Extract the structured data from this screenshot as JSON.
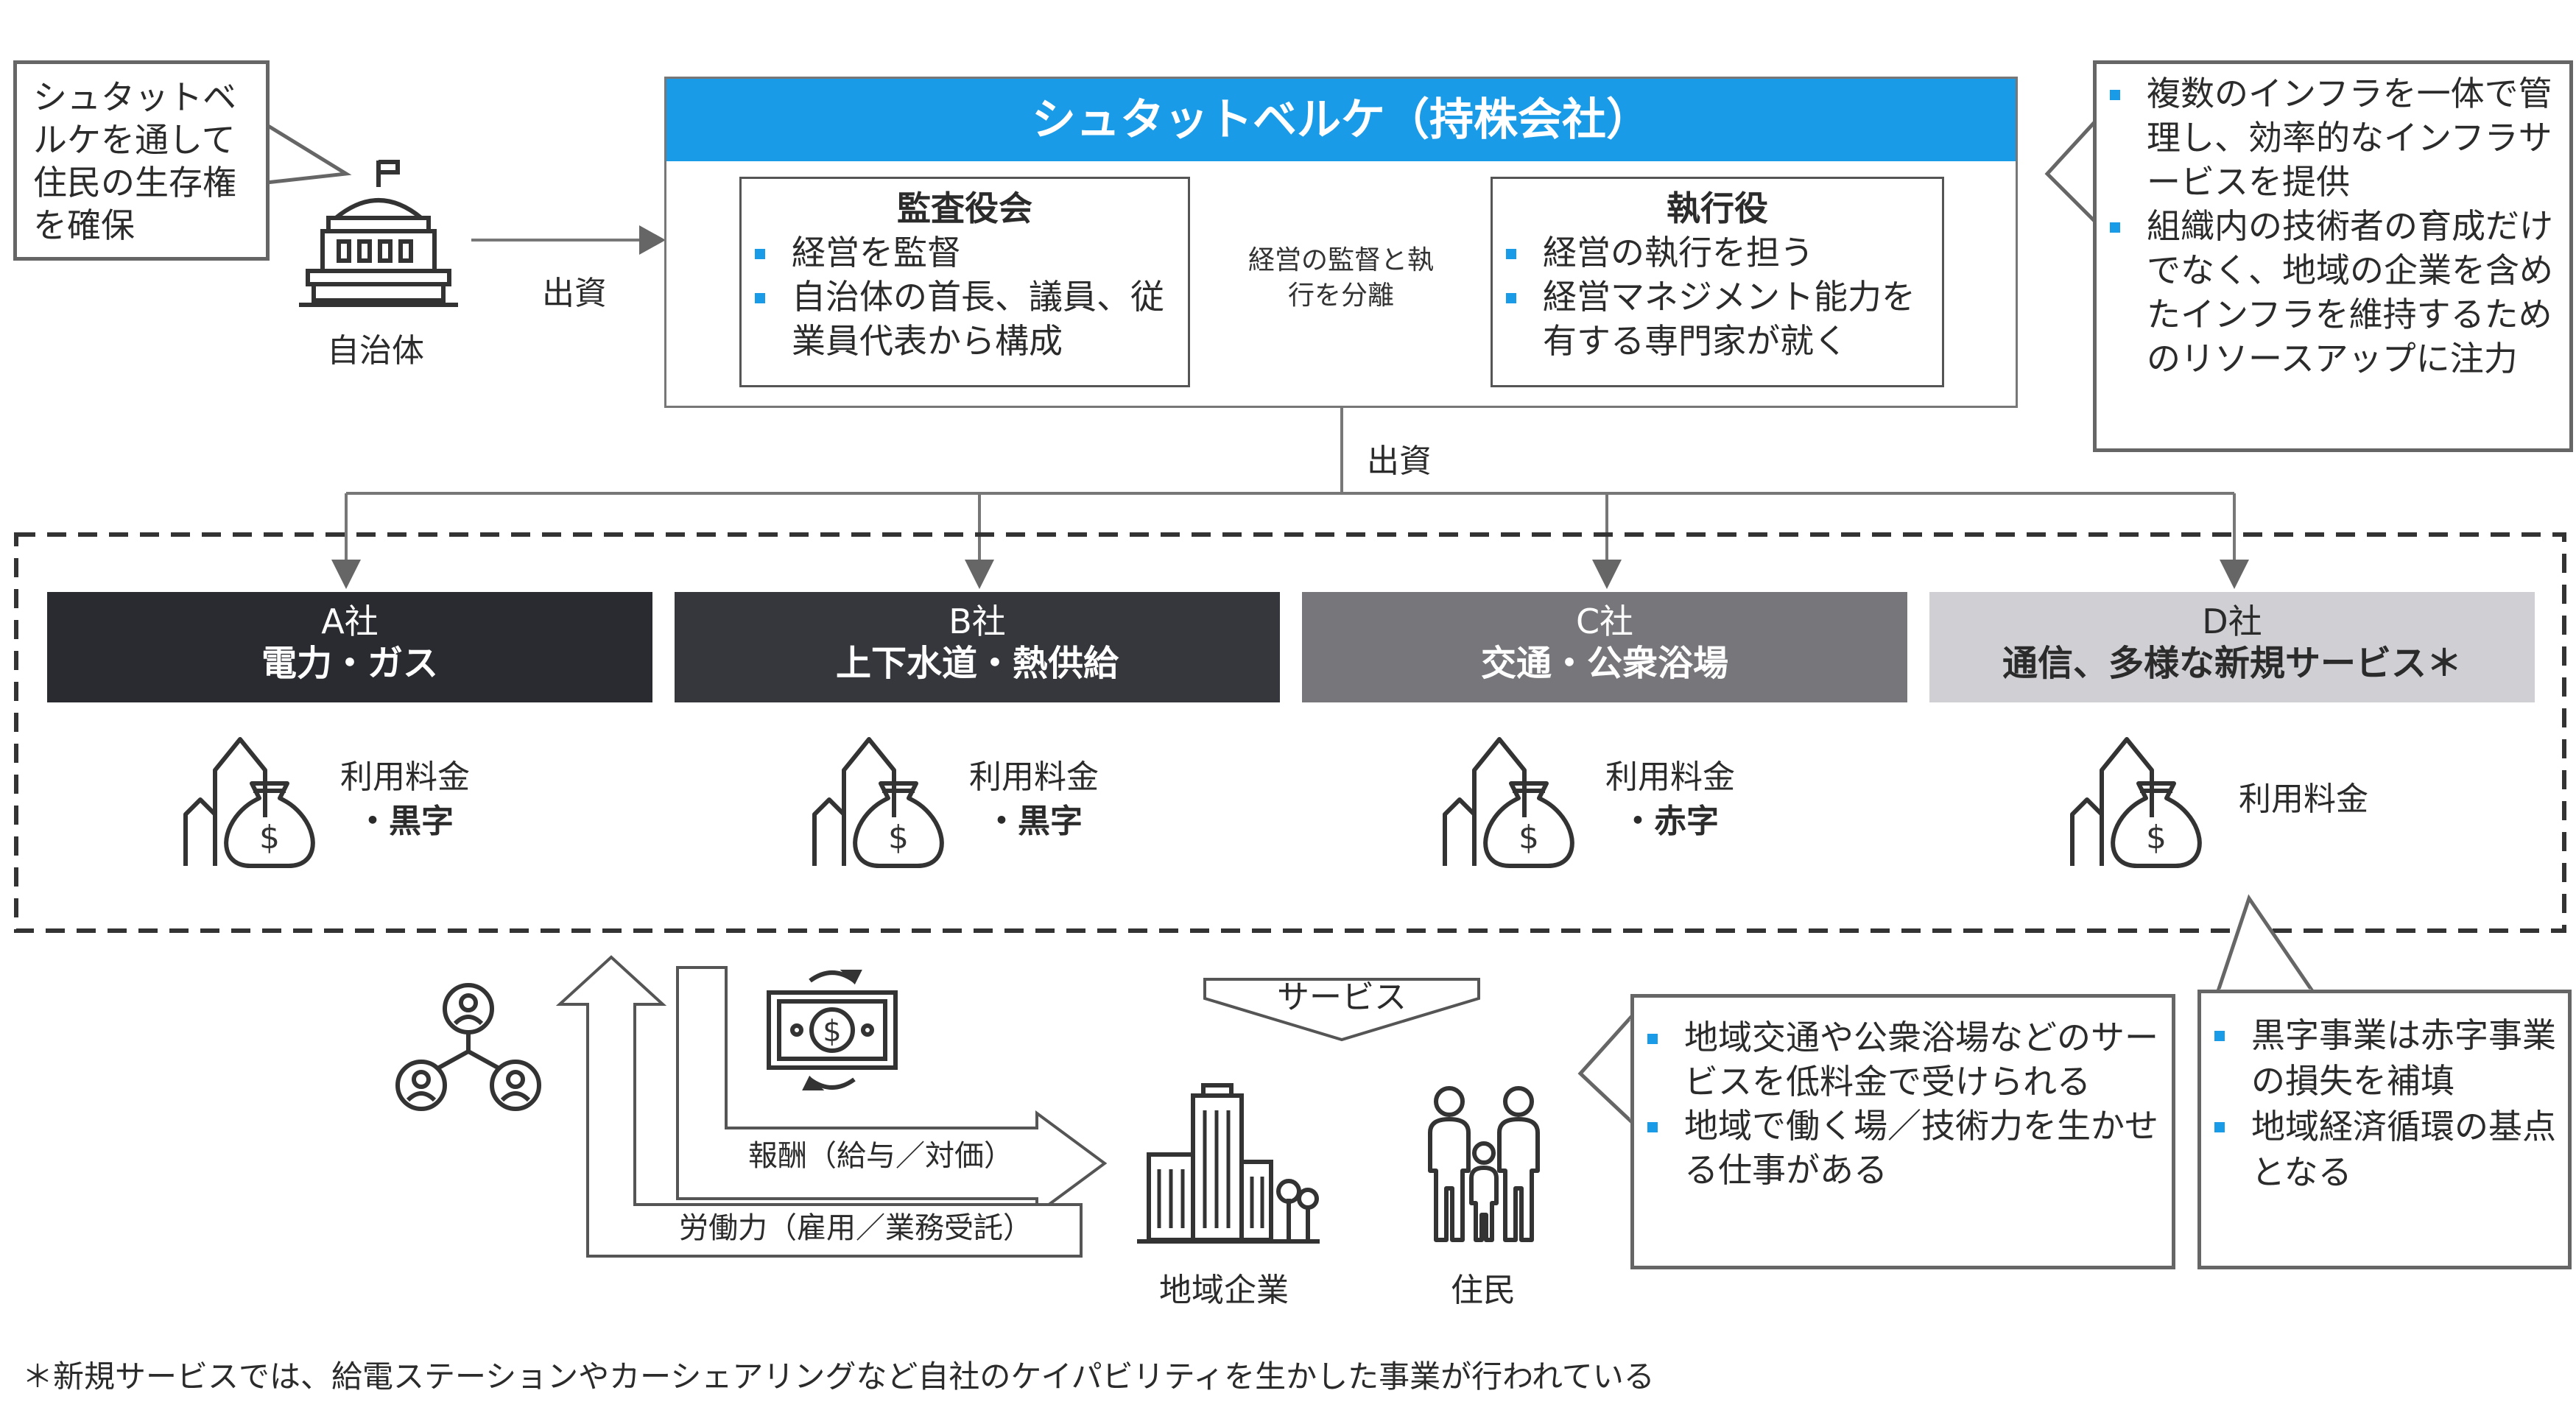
{
  "holding": {
    "title": "シュタットベルケ（持株会社）",
    "board": {
      "title": "監査役会",
      "items": [
        "経営を監督",
        "自治体の首長、議員、従業員代表から構成"
      ]
    },
    "executive": {
      "title": "執行役",
      "items": [
        "経営の執行を担う",
        "経営マネジメント能力を有する専門家が就く"
      ]
    },
    "separation_label": "経営の監督と執行を分離"
  },
  "municipality": {
    "label": "自治体",
    "callout": "シュタットベルケを通して住民の生存権を確保",
    "invest_label": "出資"
  },
  "holding_invest_label": "出資",
  "right_callout": {
    "items": [
      "複数のインフラを一体で管理し、効率的なインフラサービスを提供",
      "組織内の技術者の育成だけでなく、地域の企業を含めたインフラを維持するためのリソースアップに注力"
    ]
  },
  "companies": [
    {
      "name": "A社",
      "desc": "電力・ガス",
      "fee": "利用料金",
      "status": "・黒字",
      "color": "#2a2b30",
      "text_color": "#ffffff"
    },
    {
      "name": "B社",
      "desc": "上下水道・熱供給",
      "fee": "利用料金",
      "status": "・黒字",
      "color": "#36373c",
      "text_color": "#ffffff"
    },
    {
      "name": "C社",
      "desc": "交通・公衆浴場",
      "fee": "利用料金",
      "status": "・赤字",
      "color": "#76767b",
      "text_color": "#ffffff"
    },
    {
      "name": "D社",
      "desc": "通信、多様な新規サービス＊",
      "fee": "利用料金",
      "status": "",
      "color": "#cfcfd4",
      "text_color": "#2b2b2b"
    }
  ],
  "bottom": {
    "service_label": "サービス",
    "reward_label": "報酬（給与／対価）",
    "labor_label": "労働力（雇用／業務受託）",
    "local_business_label": "地域企業",
    "residents_label": "住民",
    "residents_callout": [
      "地域交通や公衆浴場などのサービスを低料金で受けられる",
      "地域で働く場／技術力を生かせる仕事がある"
    ],
    "profit_callout": [
      "黒字事業は赤字事業の損失を補填",
      "地域経済循環の基点となる"
    ]
  },
  "footnote": "＊新規サービスでは、給電ステーションやカーシェアリングなど自社のケイパビリティを生かした事業が行われている"
}
